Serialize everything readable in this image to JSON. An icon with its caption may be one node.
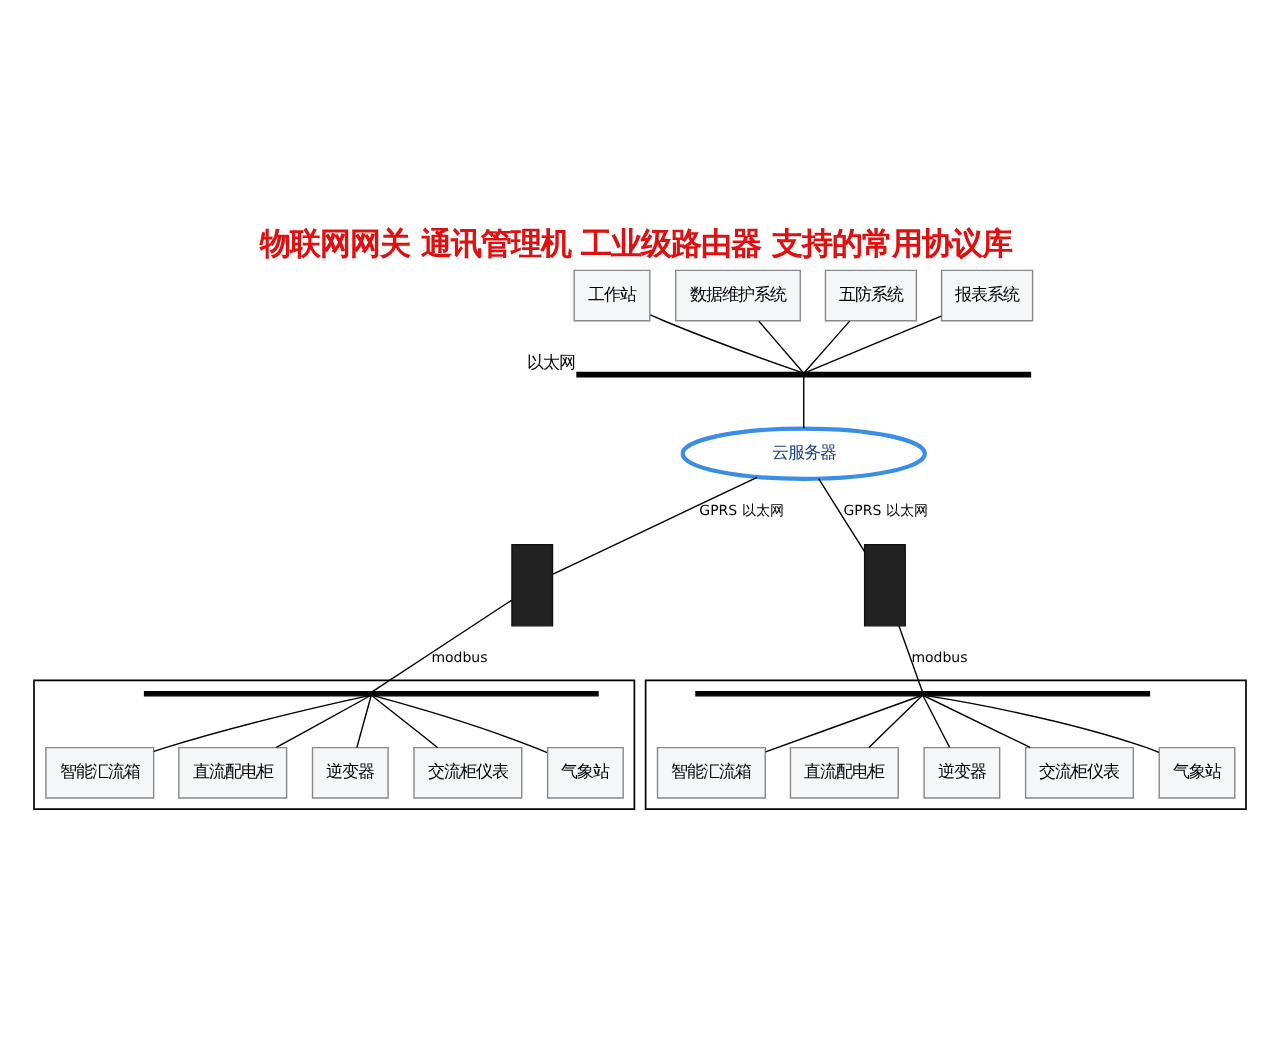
{
  "diagram": {
    "title": "物联网网关 通讯管理机 工业级路由器 支持的常用协议库",
    "nodes": [
      {
        "text": [
          "工作站"
        ]
      },
      {
        "text": [
          "数据维护系统"
        ]
      },
      {
        "text": [
          "五防系统"
        ]
      },
      {
        "text": [
          "报表系统"
        ]
      },
      {
        "text": [],
        "shape": "bar",
        "beside": [
          "以太网"
        ]
      },
      {
        "text": [
          "云服务器"
        ]
      },
      {
        "text": [],
        "shape": "box"
      },
      {
        "text": [],
        "shape": "box"
      },
      {
        "text": [],
        "shape": "box"
      },
      {
        "text": [],
        "shape": "bar",
        "in": 8
      },
      {
        "text": [
          "智能汇流箱"
        ],
        "in": 8
      },
      {
        "text": [
          "直流配电柜"
        ],
        "in": 8
      },
      {
        "text": [
          "逆变器"
        ],
        "in": 8
      },
      {
        "text": [
          "交流柜仪表"
        ],
        "in": 8
      },
      {
        "text": [
          "气象站"
        ],
        "in": 8
      },
      {
        "text": [],
        "shape": "box"
      },
      {
        "text": [],
        "shape": "bar",
        "in": 15
      },
      {
        "text": [
          "智能汇流箱"
        ],
        "in": 15
      },
      {
        "text": [
          "直流配电柜"
        ],
        "in": 15
      },
      {
        "text": [
          "逆变器"
        ],
        "in": 15
      },
      {
        "text": [
          "交流柜仪表"
        ],
        "in": 15
      },
      {
        "text": [
          "气象站"
        ],
        "in": 15
      }
    ],
    "edges": [
      {
        "from": 0,
        "to": 4,
        "arrow": "none"
      },
      {
        "from": 1,
        "to": 4,
        "arrow": "none"
      },
      {
        "from": 2,
        "to": 4,
        "arrow": "none"
      },
      {
        "from": 3,
        "to": 4,
        "arrow": "none"
      },
      {
        "from": 4,
        "to": 5,
        "arrow": "none"
      },
      {
        "from": 5,
        "to": 6,
        "arrow": "none",
        "label": "GPRS 以太网"
      },
      {
        "from": 5,
        "to": 7,
        "arrow": "none",
        "label": "GPRS 以太网"
      },
      {
        "from": 6,
        "to": 9,
        "arrow": "none",
        "label": "modbus"
      },
      {
        "from": 9,
        "to": 10,
        "arrow": "none"
      },
      {
        "from": 9,
        "to": 11,
        "arrow": "none"
      },
      {
        "from": 9,
        "to": 12,
        "arrow": "none"
      },
      {
        "from": 9,
        "to": 13,
        "arrow": "none"
      },
      {
        "from": 9,
        "to": 14,
        "arrow": "none"
      },
      {
        "from": 7,
        "to": 16,
        "arrow": "none",
        "label": "modbus"
      },
      {
        "from": 16,
        "to": 17,
        "arrow": "none"
      },
      {
        "from": 16,
        "to": 18,
        "arrow": "none"
      },
      {
        "from": 16,
        "to": 19,
        "arrow": "none"
      },
      {
        "from": 16,
        "to": 20,
        "arrow": "none"
      },
      {
        "from": 16,
        "to": 21,
        "arrow": "none"
      }
    ]
  }
}
